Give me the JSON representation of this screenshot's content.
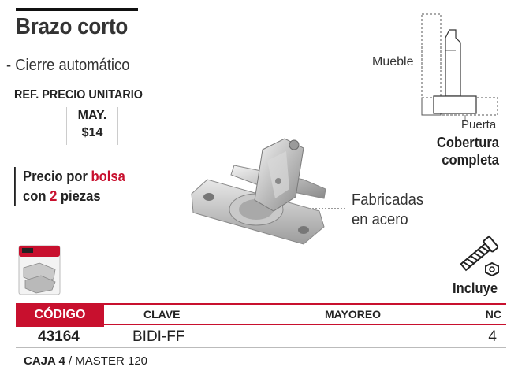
{
  "product": {
    "title": "Brazo corto",
    "feature": "- Cierre automático",
    "price_header": "REF. PRECIO UNITARIO",
    "price_sub_label": "MAY.",
    "price_value": "$14",
    "bag_line1_prefix": "Precio por ",
    "bag_line1_accent": "bolsa",
    "bag_line2_prefix": "con ",
    "bag_line2_accent": "2",
    "bag_line2_suffix": " piezas",
    "fabricadas_line1": "Fabricadas",
    "fabricadas_line2": "en acero"
  },
  "diagram": {
    "mueble": "Mueble",
    "puerta": "Puerta",
    "cobertura_line1": "Cobertura",
    "cobertura_line2": "completa"
  },
  "includes": {
    "label": "Incluye"
  },
  "table": {
    "headers": {
      "codigo": "CÓDIGO",
      "clave": "CLAVE",
      "mayoreo": "MAYOREO",
      "nc": "NC"
    },
    "rows": [
      {
        "codigo": "43164",
        "clave": "BIDI-FF",
        "mayoreo": "",
        "nc": "4"
      }
    ]
  },
  "footer": {
    "caja": "CAJA 4",
    "master": " / MASTER 120"
  },
  "colors": {
    "accent": "#c8102e",
    "text": "#222222"
  }
}
